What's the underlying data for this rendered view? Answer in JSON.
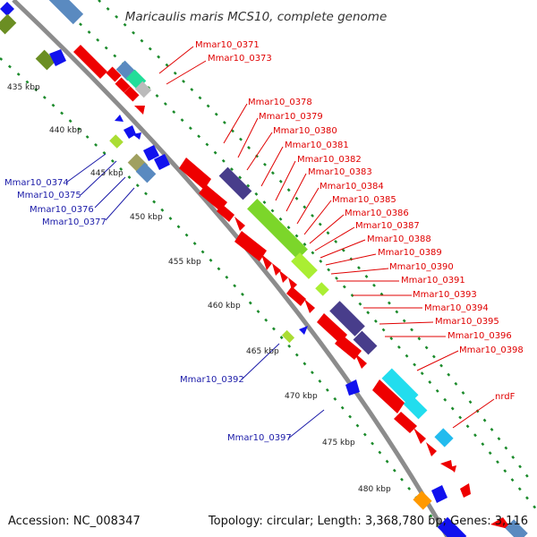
{
  "title": "Maricaulis maris MCS10, complete genome",
  "footer": {
    "accession": "Accession: NC_008347",
    "topology": "Topology: circular; Length: 3,368,780 bp; Genes: 3,116"
  },
  "colors": {
    "backbone": "#8c8c8c",
    "gene_red": "#ee0000",
    "gene_blue": "#0000ee",
    "label_red": "#e00000",
    "label_blue": "#1a1aa8",
    "ruler_dots": "#1a8a2a"
  },
  "kbp_ticks": [
    "435 kbp",
    "440 kbp",
    "445 kbp",
    "450 kbp",
    "455 kbp",
    "460 kbp",
    "465 kbp",
    "470 kbp",
    "475 kbp",
    "480 kbp"
  ],
  "genes_right": [
    "Mmar10_0371",
    "Mmar10_0373",
    "Mmar10_0378",
    "Mmar10_0379",
    "Mmar10_0380",
    "Mmar10_0381",
    "Mmar10_0382",
    "Mmar10_0383",
    "Mmar10_0384",
    "Mmar10_0385",
    "Mmar10_0386",
    "Mmar10_0387",
    "Mmar10_0388",
    "Mmar10_0389",
    "Mmar10_0390",
    "Mmar10_0391",
    "Mmar10_0393",
    "Mmar10_0394",
    "Mmar10_0395",
    "Mmar10_0396",
    "Mmar10_0398",
    "nrdF"
  ],
  "genes_left": [
    "Mmar10_0374",
    "Mmar10_0375",
    "Mmar10_0376",
    "Mmar10_0377",
    "Mmar10_0392",
    "Mmar10_0397"
  ]
}
